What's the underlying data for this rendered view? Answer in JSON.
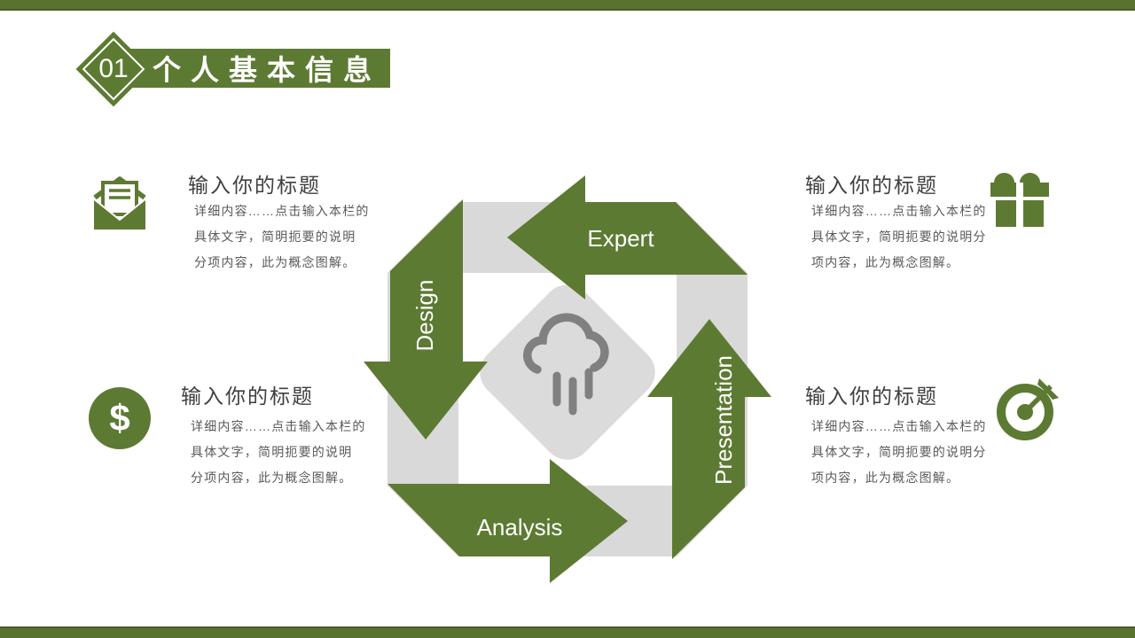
{
  "slide": {
    "number": "01",
    "title": "个人基本信息"
  },
  "colors": {
    "green": "#5d7a33",
    "accent_bar_green": "#5a7230",
    "ring_gray": "#d9d9d9",
    "diamond_gray": "#dbdbdb",
    "cloud_gray": "#808080",
    "title_text": "#3f3f3f",
    "body_text": "#595959"
  },
  "diagram": {
    "type": "cycle",
    "center_icon": "cloud-rain-icon",
    "arrows": [
      {
        "label": "Expert",
        "position": "top",
        "direction": "left"
      },
      {
        "label": "Design",
        "position": "left",
        "direction": "down"
      },
      {
        "label": "Analysis",
        "position": "bottom",
        "direction": "right"
      },
      {
        "label": "Presentation",
        "position": "right",
        "direction": "up"
      }
    ]
  },
  "blocks": [
    {
      "icon": "envelope-icon",
      "title": "输入你的标题",
      "lines": [
        "详细内容……点击输入本栏的",
        "具体文字，简明扼要的说明",
        "分项内容，此为概念图解。"
      ]
    },
    {
      "icon": "gift-icon",
      "title": "输入你的标题",
      "lines": [
        "详细内容……点击输入本栏的",
        "具体文字，简明扼要的说明分",
        "项内容，此为概念图解。"
      ]
    },
    {
      "icon": "dollar-icon",
      "icon_symbol": "$",
      "title": "输入你的标题",
      "lines": [
        "详细内容……点击输入本栏的",
        "具体文字，简明扼要的说明",
        "分项内容，此为概念图解。"
      ]
    },
    {
      "icon": "target-icon",
      "title": "输入你的标题",
      "lines": [
        "详细内容……点击输入本栏的",
        "具体文字，简明扼要的说明分",
        "项内容，此为概念图解。"
      ]
    }
  ]
}
